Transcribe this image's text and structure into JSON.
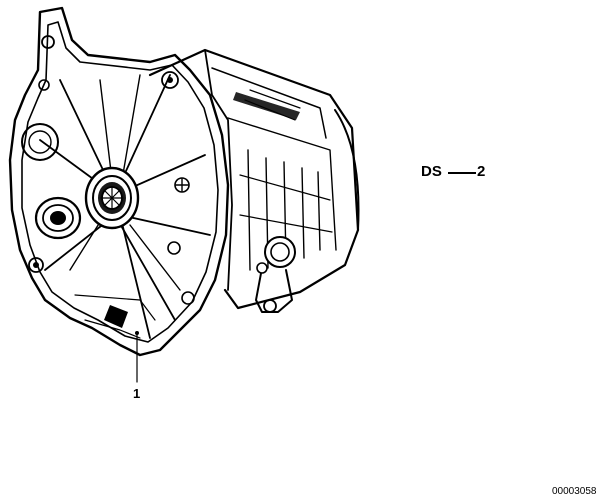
{
  "diagram": {
    "part_code": {
      "prefix": "DS",
      "number": "2"
    },
    "callouts": [
      {
        "label": "1"
      }
    ],
    "image_id": "00003058"
  }
}
